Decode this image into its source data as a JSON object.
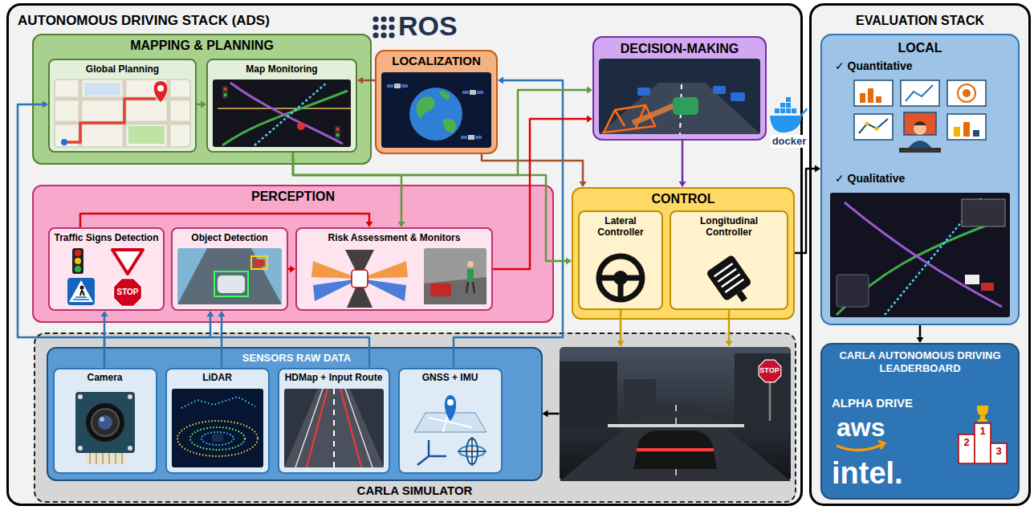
{
  "diagram": {
    "nodes": [
      {
        "text": [
          "AUTONOMOUS DRIVING STACK (ADS)"
        ]
      },
      {
        "text": [
          "MAPPING & PLANNING"
        ],
        "in": 0
      },
      {
        "text": [
          "Global Planning"
        ],
        "in": 1
      },
      {
        "text": [
          "Map Monitoring"
        ],
        "in": 1
      },
      {
        "text": [
          "LOCALIZATION"
        ],
        "in": 0
      },
      {
        "text": [
          "DECISION-MAKING"
        ],
        "in": 0
      },
      {
        "text": [
          "PERCEPTION"
        ],
        "in": 0
      },
      {
        "text": [
          "Traffic Signs Detection",
          "STOP"
        ],
        "in": 6
      },
      {
        "text": [
          "Object Detection"
        ],
        "in": 6
      },
      {
        "text": [
          "Risk Assessment & Monitors"
        ],
        "in": 6
      },
      {
        "text": [
          "CONTROL"
        ],
        "in": 0
      },
      {
        "text": [
          "Lateral Controller"
        ],
        "in": 10
      },
      {
        "text": [
          "Longitudinal Controller"
        ],
        "in": 10
      },
      {
        "text": [
          "CARLA SIMULATOR"
        ],
        "in": 0
      },
      {
        "text": [
          "SENSORS RAW DATA"
        ],
        "in": 13
      },
      {
        "text": [
          "Camera"
        ],
        "in": 14
      },
      {
        "text": [
          "LiDAR"
        ],
        "in": 14
      },
      {
        "text": [
          "HDMap + Input Route"
        ],
        "in": 14
      },
      {
        "text": [
          "GNSS + IMU"
        ],
        "in": 14
      },
      {
        "text": [
          "STOP"
        ],
        "in": 13
      },
      {
        "text": [
          "EVALUATION STACK"
        ]
      },
      {
        "text": [
          "LOCAL",
          "✓ Quantitative",
          "✓ Qualitative"
        ],
        "in": 20
      },
      {
        "text": [
          "CARLA AUTONOMOUS DRIVING LEADERBOARD",
          "ALPHA DRIVE",
          "aws",
          "intel."
        ],
        "in": 20
      }
    ],
    "edges": [
      {
        "from": 15,
        "to": 7,
        "arrow": "to"
      },
      {
        "from": 15,
        "to": 8,
        "arrow": "to"
      },
      {
        "from": 16,
        "to": 8,
        "arrow": "to"
      },
      {
        "from": 17,
        "to": 2,
        "arrow": "to"
      },
      {
        "from": 18,
        "to": 4,
        "arrow": "to"
      },
      {
        "from": 4,
        "to": 3,
        "arrow": "to"
      },
      {
        "from": 4,
        "to": 10,
        "arrow": "to"
      },
      {
        "from": 2,
        "to": 3,
        "arrow": "to"
      },
      {
        "from": 3,
        "to": 5,
        "arrow": "to"
      },
      {
        "from": 3,
        "to": 9,
        "arrow": "to"
      },
      {
        "from": 3,
        "to": 10,
        "arrow": "to"
      },
      {
        "from": 7,
        "to": 9,
        "arrow": "to"
      },
      {
        "from": 8,
        "to": 9,
        "arrow": "to"
      },
      {
        "from": 9,
        "to": 5,
        "arrow": "to"
      },
      {
        "from": 5,
        "to": 10,
        "arrow": "to"
      },
      {
        "from": 11,
        "to": 19,
        "arrow": "to"
      },
      {
        "from": 12,
        "to": 19,
        "arrow": "to"
      },
      {
        "from": 19,
        "to": 14,
        "arrow": "to"
      },
      {
        "from": 10,
        "to": 21,
        "arrow": "to"
      },
      {
        "from": 21,
        "to": 22,
        "arrow": "to"
      }
    ],
    "labels": [
      "ROS",
      "docker",
      "1",
      "2",
      "3"
    ]
  }
}
